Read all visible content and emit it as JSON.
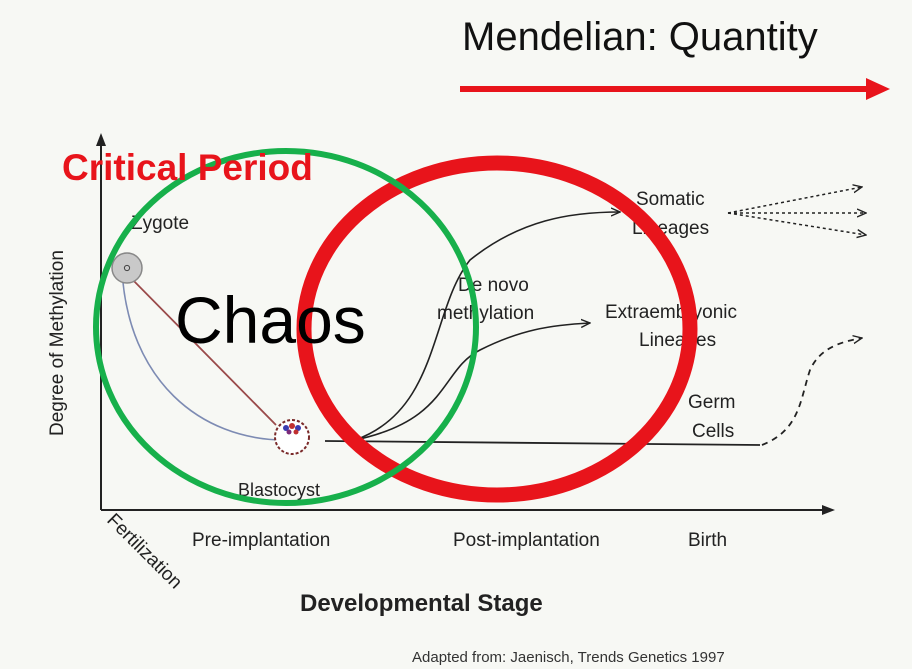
{
  "slide": {
    "headline": "Mendelian: Quantity",
    "critical_period": "Critical Period",
    "chaos": "Chaos",
    "source": "Adapted from: Jaenisch,  Trends Genetics 1997"
  },
  "diagram": {
    "y_axis_label": "Degree of Methylation",
    "x_axis_label": "Developmental Stage",
    "x_ticks": [
      "Fertilization",
      "Pre-implantation",
      "Post-implantation",
      "Birth"
    ],
    "nodes": {
      "zygote": "Zygote",
      "blastocyst": "Blastocyst",
      "de_novo_line1": "De novo",
      "de_novo_line2": "methylation",
      "somatic_line1": "Somatic",
      "somatic_line2": "Lineages",
      "extra_line1": "Extraembryonic",
      "extra_line2": "Lineages",
      "germ_line1": "Germ",
      "germ_line2": "Cells"
    }
  },
  "colors": {
    "accent_red": "#e8141b",
    "green_circle": "#17b04b",
    "background": "#f7f8f4",
    "text": "#222222"
  }
}
